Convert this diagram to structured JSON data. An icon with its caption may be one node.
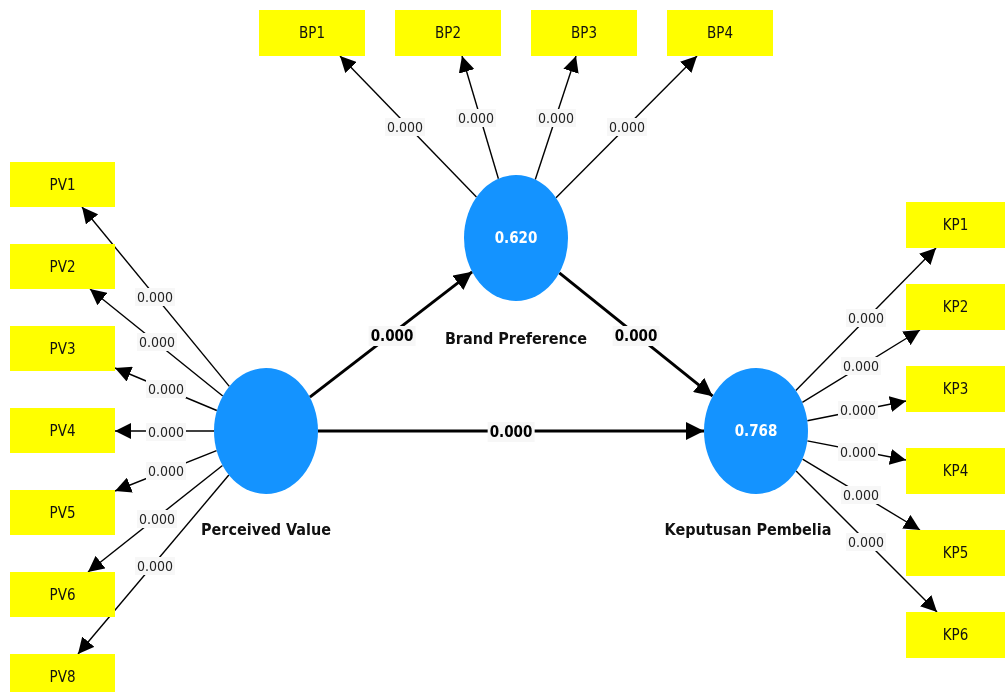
{
  "diagram": {
    "nodes": [
      {
        "text": [
          "Perceived Value"
        ]
      },
      {
        "text": [
          "0.620",
          "Brand Preference"
        ]
      },
      {
        "text": [
          "0.768",
          "Keputusan Pembelia"
        ]
      },
      {
        "text": [
          "PV1"
        ]
      },
      {
        "text": [
          "PV2"
        ]
      },
      {
        "text": [
          "PV3"
        ]
      },
      {
        "text": [
          "PV4"
        ]
      },
      {
        "text": [
          "PV5"
        ]
      },
      {
        "text": [
          "PV6"
        ]
      },
      {
        "text": [
          "PV8"
        ]
      },
      {
        "text": [
          "BP1"
        ]
      },
      {
        "text": [
          "BP2"
        ]
      },
      {
        "text": [
          "BP3"
        ]
      },
      {
        "text": [
          "BP4"
        ]
      },
      {
        "text": [
          "KP1"
        ]
      },
      {
        "text": [
          "KP2"
        ]
      },
      {
        "text": [
          "KP3"
        ]
      },
      {
        "text": [
          "KP4"
        ]
      },
      {
        "text": [
          "KP5"
        ]
      },
      {
        "text": [
          "KP6"
        ]
      }
    ],
    "edges": [
      {
        "from": 0,
        "to": 1,
        "arrow": "to",
        "label": "0.000",
        "style": "thick"
      },
      {
        "from": 0,
        "to": 2,
        "arrow": "to",
        "label": "0.000",
        "style": "thick"
      },
      {
        "from": 1,
        "to": 2,
        "arrow": "to",
        "label": "0.000",
        "style": "thick"
      },
      {
        "from": 0,
        "to": 3,
        "arrow": "to",
        "label": "0.000"
      },
      {
        "from": 0,
        "to": 4,
        "arrow": "to",
        "label": "0.000"
      },
      {
        "from": 0,
        "to": 5,
        "arrow": "to",
        "label": "0.000"
      },
      {
        "from": 0,
        "to": 6,
        "arrow": "to",
        "label": "0.000"
      },
      {
        "from": 0,
        "to": 7,
        "arrow": "to",
        "label": "0.000"
      },
      {
        "from": 0,
        "to": 8,
        "arrow": "to",
        "label": "0.000"
      },
      {
        "from": 0,
        "to": 9,
        "arrow": "to",
        "label": "0.000"
      },
      {
        "from": 1,
        "to": 10,
        "arrow": "to",
        "label": "0.000"
      },
      {
        "from": 1,
        "to": 11,
        "arrow": "to",
        "label": "0.000"
      },
      {
        "from": 1,
        "to": 12,
        "arrow": "to",
        "label": "0.000"
      },
      {
        "from": 1,
        "to": 13,
        "arrow": "to",
        "label": "0.000"
      },
      {
        "from": 2,
        "to": 14,
        "arrow": "to",
        "label": "0.000"
      },
      {
        "from": 2,
        "to": 15,
        "arrow": "to",
        "label": "0.000"
      },
      {
        "from": 2,
        "to": 16,
        "arrow": "to",
        "label": "0.000"
      },
      {
        "from": 2,
        "to": 17,
        "arrow": "to",
        "label": "0.000"
      },
      {
        "from": 2,
        "to": 18,
        "arrow": "to",
        "label": "0.000"
      },
      {
        "from": 2,
        "to": 19,
        "arrow": "to",
        "label": "0.000"
      }
    ]
  }
}
